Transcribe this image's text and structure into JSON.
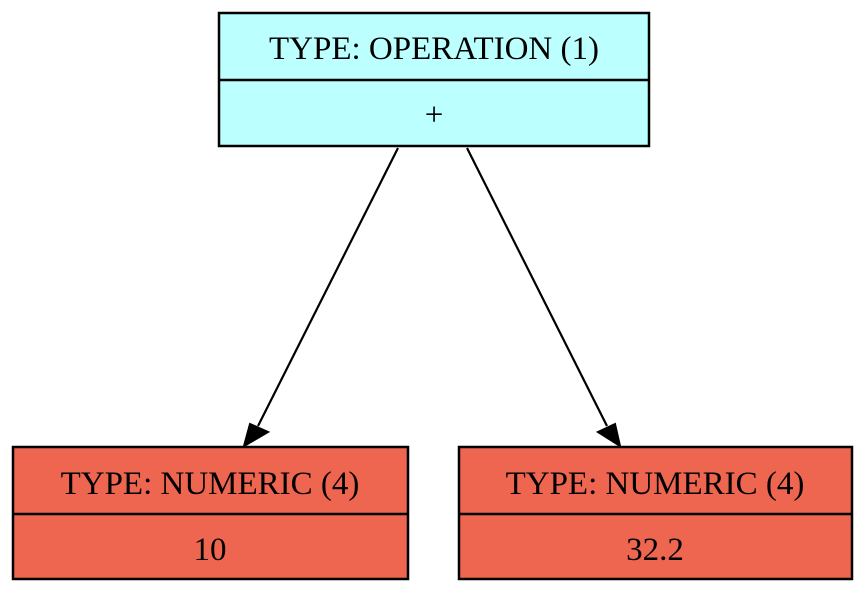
{
  "colors": {
    "operation_fill": "#bbffff",
    "numeric_fill": "#ee6550",
    "stroke": "#000000"
  },
  "nodes": [
    {
      "id": "op",
      "type_label": "TYPE: OPERATION (1)",
      "value": "+"
    },
    {
      "id": "left",
      "type_label": "TYPE: NUMERIC (4)",
      "value": "10"
    },
    {
      "id": "right",
      "type_label": "TYPE: NUMERIC (4)",
      "value": "32.2"
    }
  ],
  "edges": [
    {
      "from": "op",
      "to": "left"
    },
    {
      "from": "op",
      "to": "right"
    }
  ]
}
